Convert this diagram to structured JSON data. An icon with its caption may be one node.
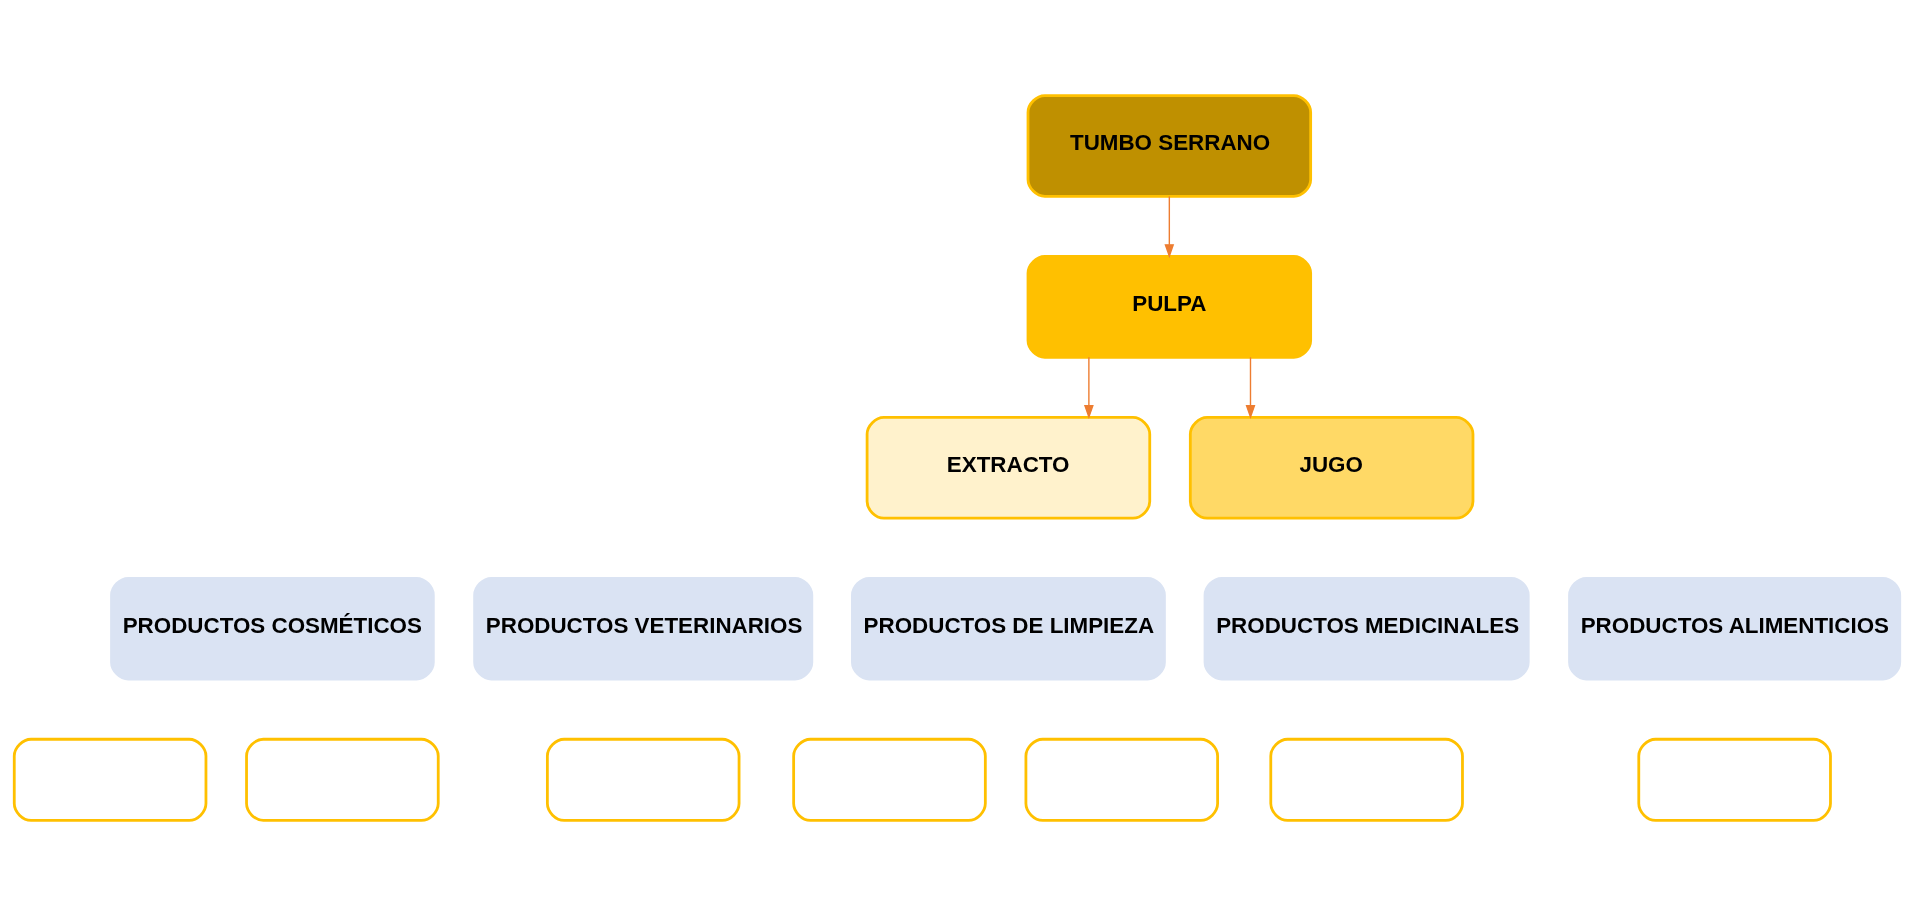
{
  "diagram": {
    "nodes": [
      {
        "text": [
          "TUMBO SERRANO"
        ]
      },
      {
        "text": [
          "PULPA"
        ]
      },
      {
        "text": [
          "EXTRACTO"
        ]
      },
      {
        "text": [
          "JUGO"
        ]
      },
      {
        "text": [
          "PRODUCTOS COSMÉTICOS"
        ]
      },
      {
        "text": [
          "PRODUCTOS VETERINARIOS"
        ]
      },
      {
        "text": [
          "PRODUCTOS DE LIMPIEZA"
        ]
      },
      {
        "text": [
          "PRODUCTOS MEDICINALES"
        ]
      },
      {
        "text": [
          "PRODUCTOS ALIMENTICIOS"
        ]
      },
      {
        "text": [],
        "shape": "box"
      },
      {
        "text": [],
        "shape": "box"
      },
      {
        "text": [],
        "shape": "box"
      },
      {
        "text": [],
        "shape": "box"
      },
      {
        "text": [],
        "shape": "box"
      },
      {
        "text": [],
        "shape": "box"
      },
      {
        "text": [],
        "shape": "box"
      }
    ],
    "edges": [
      {
        "from": 0,
        "to": 1,
        "arrow": "to"
      },
      {
        "from": 1,
        "to": 2,
        "arrow": "to"
      },
      {
        "from": 1,
        "to": 3,
        "arrow": "to"
      }
    ]
  }
}
